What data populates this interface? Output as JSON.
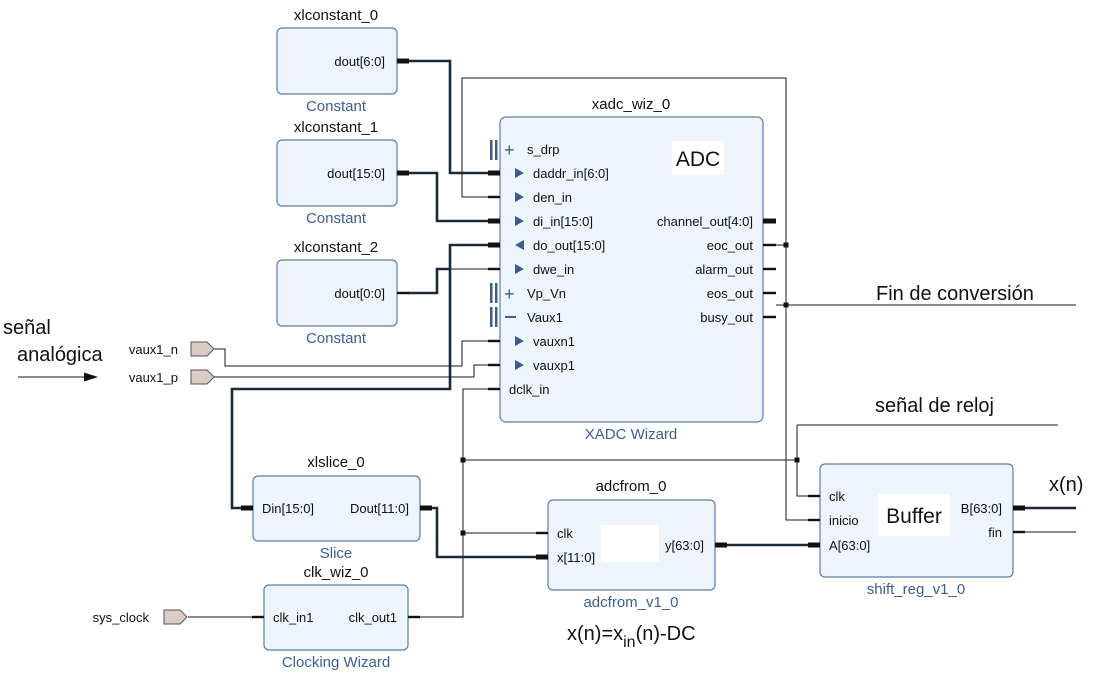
{
  "blocks": {
    "xlconstant_0": {
      "name": "xlconstant_0",
      "type": "Constant",
      "pin": "dout[6:0]"
    },
    "xlconstant_1": {
      "name": "xlconstant_1",
      "type": "Constant",
      "pin": "dout[15:0]"
    },
    "xlconstant_2": {
      "name": "xlconstant_2",
      "type": "Constant",
      "pin": "dout[0:0]"
    },
    "xadc": {
      "name": "xadc_wiz_0",
      "type": "XADC Wizard",
      "label": "ADC",
      "inputs": [
        "s_drp",
        "daddr_in[6:0]",
        "den_in",
        "di_in[15:0]",
        "do_out[15:0]",
        "dwe_in",
        "Vp_Vn",
        "Vaux1",
        "vauxn1",
        "vauxp1",
        "dclk_in"
      ],
      "outputs": [
        "channel_out[4:0]",
        "eoc_out",
        "alarm_out",
        "eos_out",
        "busy_out"
      ]
    },
    "xlslice": {
      "name": "xlslice_0",
      "type": "Slice",
      "in": "Din[15:0]",
      "out": "Dout[11:0]"
    },
    "clkwiz": {
      "name": "clk_wiz_0",
      "type": "Clocking Wizard",
      "in": "clk_in1",
      "out": "clk_out1"
    },
    "adcfrom": {
      "name": "adcfrom_0",
      "type": "adcfrom_v1_0",
      "in1": "clk",
      "in2": "x[11:0]",
      "out": "y[63:0]"
    },
    "shift": {
      "name": "shift_reg_v1_0",
      "label": "Buffer",
      "in1": "clk",
      "in2": "inicio",
      "in3": "A[63:0]",
      "out1": "B[63:0]",
      "out2": "fin"
    }
  },
  "ports": [
    "vaux1_n",
    "vaux1_p",
    "sys_clock"
  ],
  "annotations": {
    "signal_in": [
      "señal",
      "analógica"
    ],
    "fin_conv": "Fin de conversión",
    "clock_sig": "señal de reloj",
    "xn": "x(n)",
    "formula": {
      "pre": "x(n)=x",
      "sub": "in",
      "post": "(n)-DC"
    }
  },
  "colors": {
    "block_fill": "#eef4fc",
    "block_border": "#5b7fa6",
    "subtitle": "#3d5f8f",
    "port_fill": "#d8ccc4"
  }
}
